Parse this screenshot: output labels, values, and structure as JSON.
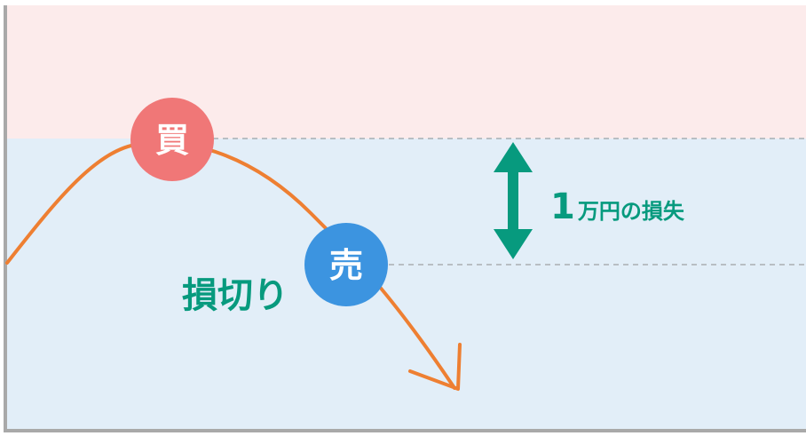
{
  "colors": {
    "upper_zone": "#FCEBEB",
    "lower_zone": "#E2EEF8",
    "axis": "#A9A9A9",
    "curve": "#EE7F32",
    "buy": "#F07777",
    "sell": "#3C94E0",
    "loss_arrow": "#079A7E",
    "dashed": "#B8BEC3",
    "marker_text": "#FFFFFF"
  },
  "markers": {
    "buy_label": "買",
    "sell_label": "売"
  },
  "labels": {
    "stop_loss": "損切り",
    "loss_amount": "1",
    "loss_suffix": "万円の損失"
  },
  "icons": {
    "loss_arrow": "double-arrow-vertical-icon",
    "trend_arrow": "arrowhead-down-right-icon"
  }
}
